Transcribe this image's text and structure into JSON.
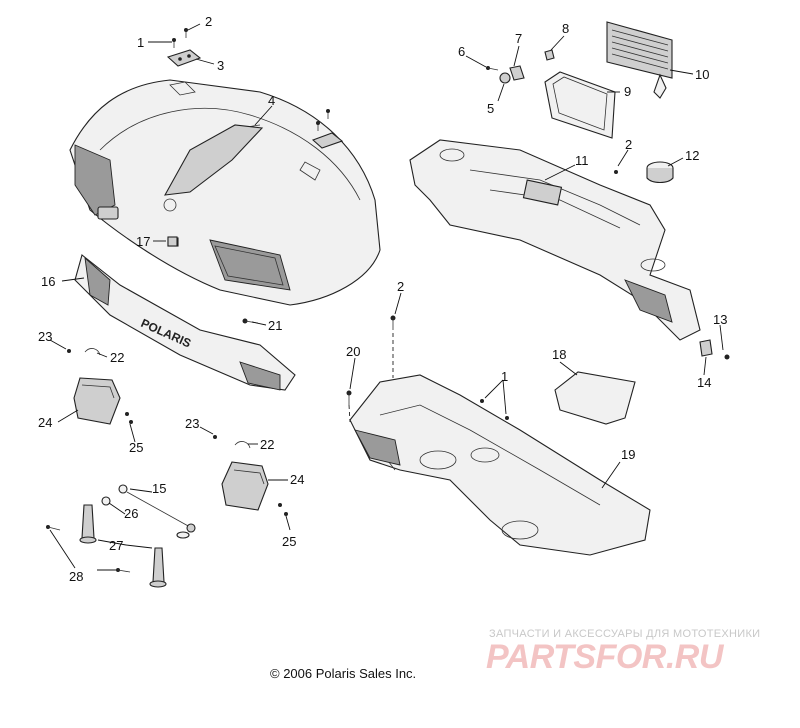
{
  "callouts": [
    {
      "id": "c1a",
      "text": "1"
    },
    {
      "id": "c2a",
      "text": "2"
    },
    {
      "id": "c3",
      "text": "3"
    },
    {
      "id": "c4",
      "text": "4"
    },
    {
      "id": "c5",
      "text": "5"
    },
    {
      "id": "c6",
      "text": "6"
    },
    {
      "id": "c7",
      "text": "7"
    },
    {
      "id": "c8",
      "text": "8"
    },
    {
      "id": "c9",
      "text": "9"
    },
    {
      "id": "c10",
      "text": "10"
    },
    {
      "id": "c11",
      "text": "11"
    },
    {
      "id": "c2b",
      "text": "2"
    },
    {
      "id": "c12",
      "text": "12"
    },
    {
      "id": "c13",
      "text": "13"
    },
    {
      "id": "c14",
      "text": "14"
    },
    {
      "id": "c16",
      "text": "16"
    },
    {
      "id": "c17",
      "text": "17"
    },
    {
      "id": "c2c",
      "text": "2"
    },
    {
      "id": "c21",
      "text": "21"
    },
    {
      "id": "c23a",
      "text": "23"
    },
    {
      "id": "c22a",
      "text": "22"
    },
    {
      "id": "c20",
      "text": "20"
    },
    {
      "id": "c18",
      "text": "18"
    },
    {
      "id": "c1b",
      "text": "1"
    },
    {
      "id": "c24a",
      "text": "24"
    },
    {
      "id": "c25a",
      "text": "25"
    },
    {
      "id": "c23b",
      "text": "23"
    },
    {
      "id": "c22b",
      "text": "22"
    },
    {
      "id": "c19",
      "text": "19"
    },
    {
      "id": "c15",
      "text": "15"
    },
    {
      "id": "c24b",
      "text": "24"
    },
    {
      "id": "c26",
      "text": "26"
    },
    {
      "id": "c27",
      "text": "27"
    },
    {
      "id": "c25b",
      "text": "25"
    },
    {
      "id": "c28",
      "text": "28"
    }
  ],
  "brand_text": "POLARIS",
  "copyright": "© 2006 Polaris Sales Inc.",
  "watermark": {
    "tagline": "ЗАПЧАСТИ И АКСЕССУАРЫ ДЛЯ МОТОТЕХНИКИ",
    "logo": "PARTSFOR.RU",
    "color": "#f3c4c4"
  }
}
